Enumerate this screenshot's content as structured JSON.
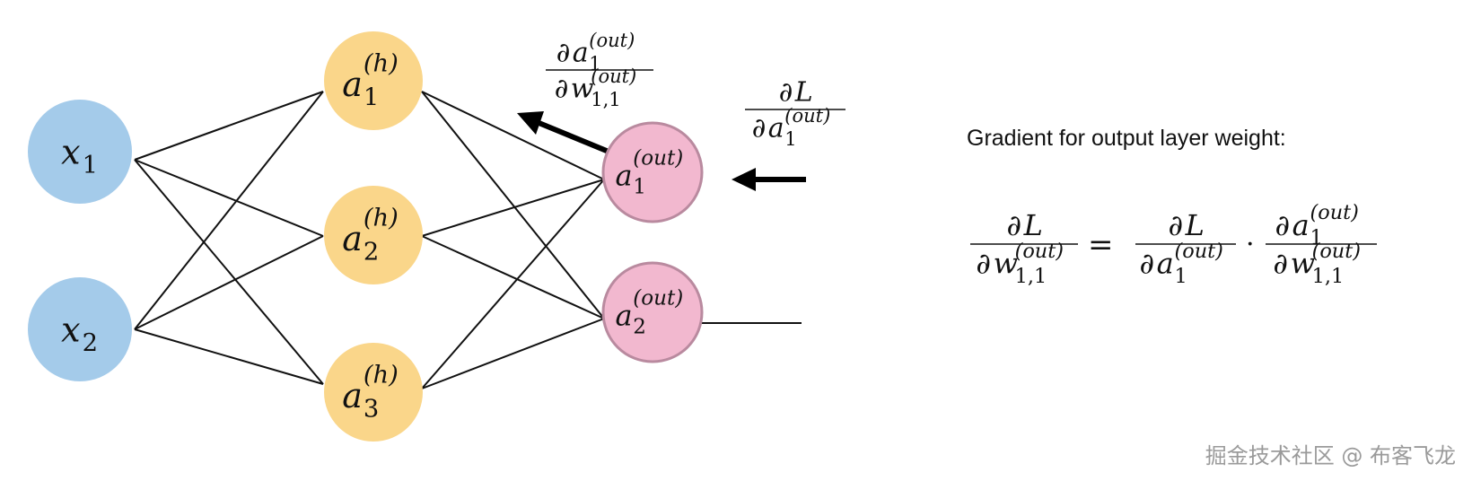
{
  "nodes": {
    "input": [
      {
        "sym": "x",
        "sub": "1"
      },
      {
        "sym": "x",
        "sub": "2"
      }
    ],
    "hidden": [
      {
        "sym": "a",
        "sup": "(h)",
        "sub": "1"
      },
      {
        "sym": "a",
        "sup": "(h)",
        "sub": "2"
      },
      {
        "sym": "a",
        "sup": "(h)",
        "sub": "3"
      }
    ],
    "output": [
      {
        "sym": "a",
        "sup": "(out)",
        "sub": "1"
      },
      {
        "sym": "a",
        "sup": "(out)",
        "sub": "2"
      }
    ]
  },
  "annotations": {
    "local_grad": {
      "num": {
        "d": "∂",
        "sym": "a",
        "sup": "(out)",
        "sub": "1"
      },
      "den": {
        "d": "∂",
        "sym": "w",
        "sup": "(out)",
        "sub": "1,1"
      }
    },
    "upstream_grad": {
      "num": {
        "d": "∂",
        "sym": "L"
      },
      "den": {
        "d": "∂",
        "sym": "a",
        "sup": "(out)",
        "sub": "1"
      }
    }
  },
  "heading": "Gradient for output layer weight:",
  "equation": {
    "lhs": {
      "num": {
        "d": "∂",
        "sym": "L"
      },
      "den": {
        "d": "∂",
        "sym": "w",
        "sup": "(out)",
        "sub": "1,1"
      }
    },
    "eq": "=",
    "t1": {
      "num": {
        "d": "∂",
        "sym": "L"
      },
      "den": {
        "d": "∂",
        "sym": "a",
        "sup": "(out)",
        "sub": "1"
      }
    },
    "dot": "·",
    "t2": {
      "num": {
        "d": "∂",
        "sym": "a",
        "sup": "(out)",
        "sub": "1"
      },
      "den": {
        "d": "∂",
        "sym": "w",
        "sup": "(out)",
        "sub": "1,1"
      }
    }
  },
  "watermark": "掘金技术社区 @ 布客飞龙",
  "colors": {
    "input_fill": "#a4cbea",
    "hidden_fill": "#fad68a",
    "output_fill": "#f2b8cf",
    "output_stroke": "#b98a9f",
    "edge": "#111111"
  }
}
